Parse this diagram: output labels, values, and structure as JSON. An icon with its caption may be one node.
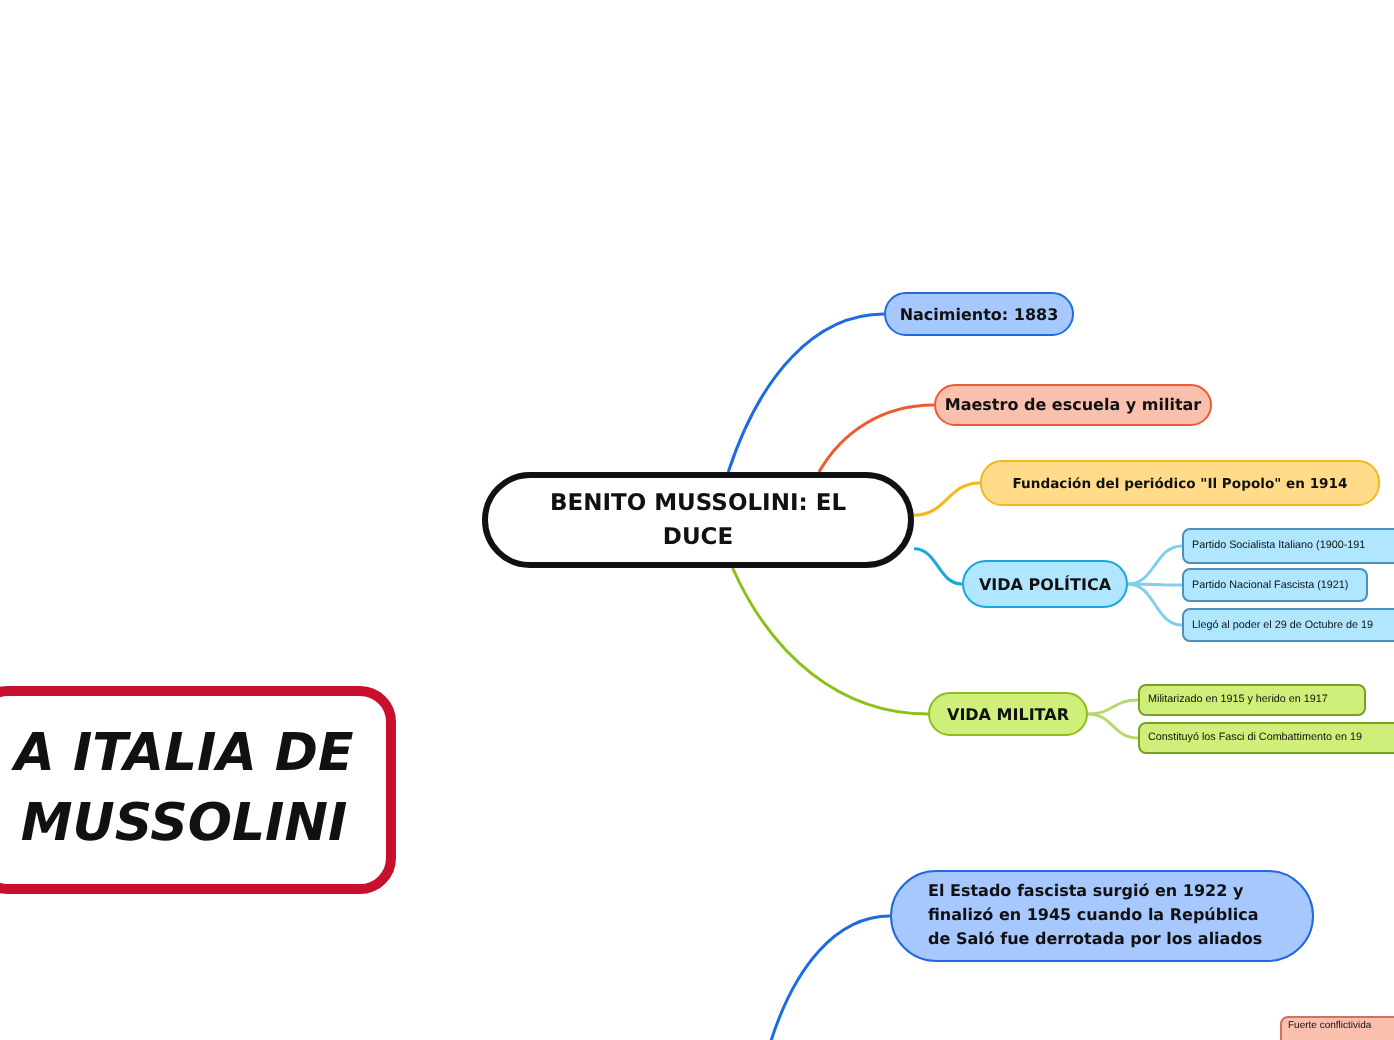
{
  "diagram": {
    "nodes": [
      {
        "text": [
          "BENITO MUSSOLINI: EL DUCE"
        ]
      },
      {
        "text": [
          "Nacimiento: 1883"
        ]
      },
      {
        "text": [
          "Maestro de escuela y militar"
        ]
      },
      {
        "text": [
          "Fundación del periódico \"Il Popolo\" en 1914"
        ]
      },
      {
        "text": [
          "VIDA POLÍTICA"
        ]
      },
      {
        "text": [
          "Partido Socialista Italiano (1900-191"
        ]
      },
      {
        "text": [
          "Partido Nacional Fascista (1921)"
        ]
      },
      {
        "text": [
          "Llegó al poder el 29 de Octubre de 19"
        ]
      },
      {
        "text": [
          "VIDA MILITAR"
        ]
      },
      {
        "text": [
          "Militarizado en 1915 y herido en 1917"
        ]
      },
      {
        "text": [
          "Constituyó los Fasci di Combattimento en 19"
        ]
      },
      {
        "text": [
          "A ITALIA DE MUSSOLINI"
        ]
      },
      {
        "text": [
          "El Estado fascista surgió en 1922 y finalizó en 1945 cuando la República de Saló fue derrotada por los aliados"
        ]
      },
      {
        "text": [
          "Fuerte conflictivida"
        ]
      }
    ],
    "edges": [
      {
        "from": 0,
        "to": 1,
        "arrow": "none",
        "color": "#1e6be0"
      },
      {
        "from": 0,
        "to": 2,
        "arrow": "none",
        "color": "#f05a30"
      },
      {
        "from": 0,
        "to": 3,
        "arrow": "none",
        "color": "#f5b71c"
      },
      {
        "from": 0,
        "to": 4,
        "arrow": "none",
        "color": "#1aa7e0"
      },
      {
        "from": 0,
        "to": 8,
        "arrow": "none",
        "color": "#8bbf1a"
      },
      {
        "from": 4,
        "to": 5,
        "arrow": "none",
        "color": "#7fd0f0"
      },
      {
        "from": 4,
        "to": 6,
        "arrow": "none",
        "color": "#7fd0f0"
      },
      {
        "from": 4,
        "to": 7,
        "arrow": "none",
        "color": "#7fd0f0"
      },
      {
        "from": 8,
        "to": 9,
        "arrow": "none",
        "color": "#b5d96a"
      },
      {
        "from": 8,
        "to": 10,
        "arrow": "none",
        "color": "#b5d96a"
      },
      {
        "from": null,
        "to": 12,
        "arrow": "none",
        "color": "#1e6be0"
      }
    ]
  }
}
